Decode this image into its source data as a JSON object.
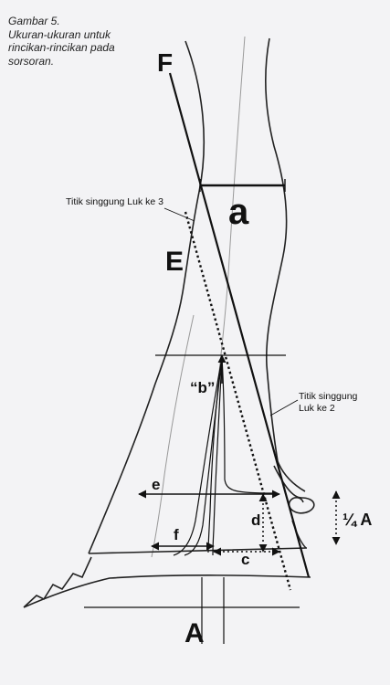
{
  "caption": {
    "lines": [
      "Gambar 5.",
      "Ukuran-ukuran untuk",
      "rincikan-rincikan pada",
      "sorsoran."
    ]
  },
  "labels": {
    "F": "F",
    "a": "a",
    "E": "E",
    "b": "“b”",
    "e": "e",
    "d": "d",
    "f": "f",
    "c": "c",
    "quarter_A": "¼ A",
    "A": "A"
  },
  "annotations": {
    "luk3": "Titik singgung Luk ke 3",
    "luk2_line1": "Titik singgung",
    "luk2_line2": "Luk ke 2"
  },
  "colors": {
    "ink": "#111111",
    "faint": "#777777",
    "background": "#f3f3f5"
  }
}
